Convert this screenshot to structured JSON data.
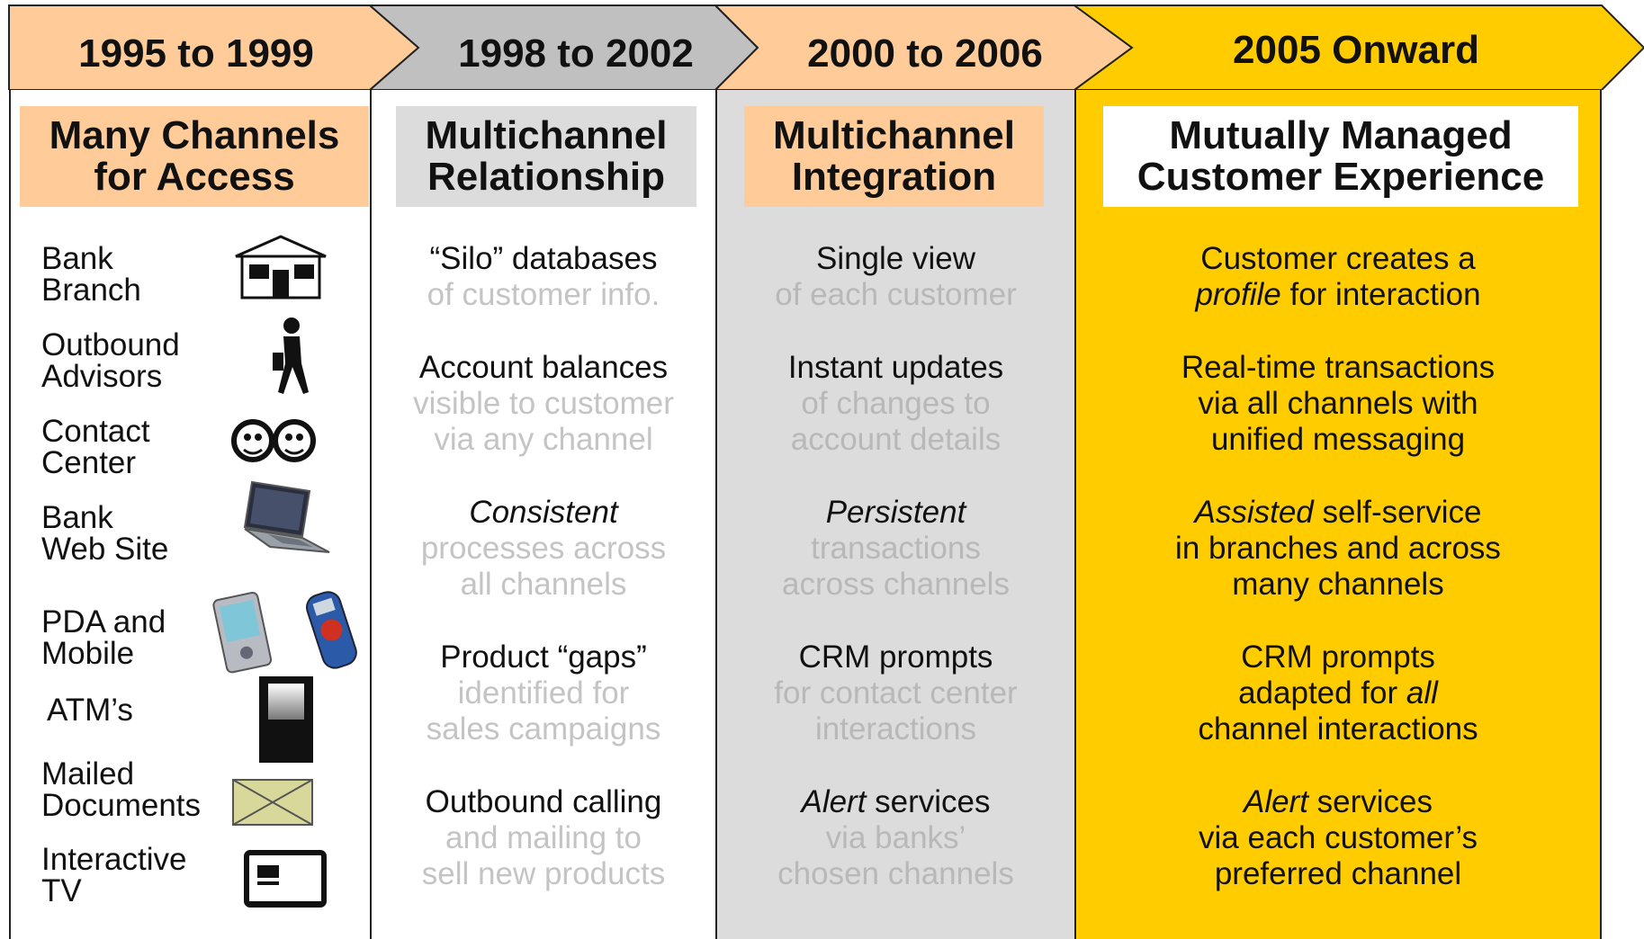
{
  "phases": [
    {
      "period": "1995 to 1999",
      "color": "#ffcc99"
    },
    {
      "period": "1998 to 2002",
      "color": "#c0c0c0"
    },
    {
      "period": "2000 to 2006",
      "color": "#ffcc99"
    },
    {
      "period": "2005 Onward",
      "color": "#ffcc00"
    }
  ],
  "columns": [
    {
      "title": [
        "Many Channels",
        "for Access"
      ],
      "channels": [
        {
          "label": [
            "Bank",
            "Branch"
          ],
          "icon": "bank-branch-icon"
        },
        {
          "label": [
            "Outbound",
            "Advisors"
          ],
          "icon": "walking-person-icon"
        },
        {
          "label": [
            "Contact",
            "Center"
          ],
          "icon": "headset-agents-icon"
        },
        {
          "label": [
            "Bank",
            "Web Site"
          ],
          "icon": "laptop-icon"
        },
        {
          "label": [
            "PDA and",
            "Mobile"
          ],
          "icon": "pda-mobile-icon"
        },
        {
          "label": [
            "ATM’s"
          ],
          "icon": "atm-icon"
        },
        {
          "label": [
            "Mailed",
            "Documents"
          ],
          "icon": "envelope-icon"
        },
        {
          "label": [
            "Interactive",
            "TV"
          ],
          "icon": "tv-icon"
        }
      ]
    },
    {
      "title": [
        "Multichannel",
        "Relationship"
      ],
      "items": [
        {
          "lead": "“Silo” databases",
          "rest": [
            "of customer info."
          ]
        },
        {
          "lead": "Account balances",
          "rest": [
            "visible to customer",
            "via any channel"
          ]
        },
        {
          "lead": "Consistent",
          "lead_italic": true,
          "rest": [
            "processes across",
            "all channels"
          ]
        },
        {
          "lead": "Product “gaps”",
          "rest": [
            "identified for",
            "sales campaigns"
          ]
        },
        {
          "lead": "Outbound calling",
          "rest": [
            "and mailing to",
            "sell new products"
          ]
        }
      ]
    },
    {
      "title": [
        "Multichannel",
        "Integration"
      ],
      "items": [
        {
          "lead": "Single view",
          "rest": [
            "of each customer"
          ]
        },
        {
          "lead": "Instant updates",
          "rest": [
            "of changes to",
            "account details"
          ]
        },
        {
          "lead": "Persistent",
          "lead_italic": true,
          "rest": [
            "transactions",
            "across channels"
          ]
        },
        {
          "lead": "CRM prompts",
          "rest": [
            "for contact center",
            "interactions"
          ]
        },
        {
          "lead_italic_part": "Alert",
          "lead": " services",
          "rest": [
            "via banks’",
            "chosen channels"
          ]
        }
      ]
    },
    {
      "title": [
        "Mutually Managed",
        "Customer Experience"
      ],
      "items": [
        {
          "lead": "Customer creates a",
          "rest_italic_part": "profile",
          "rest": [
            " for interaction"
          ]
        },
        {
          "lead": "Real-time transactions",
          "rest": [
            "via all channels with",
            "unified messaging"
          ]
        },
        {
          "lead_italic_part": "Assisted",
          "lead": " self-service",
          "rest": [
            "in branches and across",
            "many channels"
          ]
        },
        {
          "lead": "CRM prompts",
          "rest_mixed": [
            "adapted for ",
            "all"
          ],
          "rest": [
            "channel interactions"
          ]
        },
        {
          "lead_italic_part": "Alert",
          "lead": " services",
          "rest": [
            "via each customer’s",
            "preferred channel"
          ]
        }
      ]
    }
  ]
}
